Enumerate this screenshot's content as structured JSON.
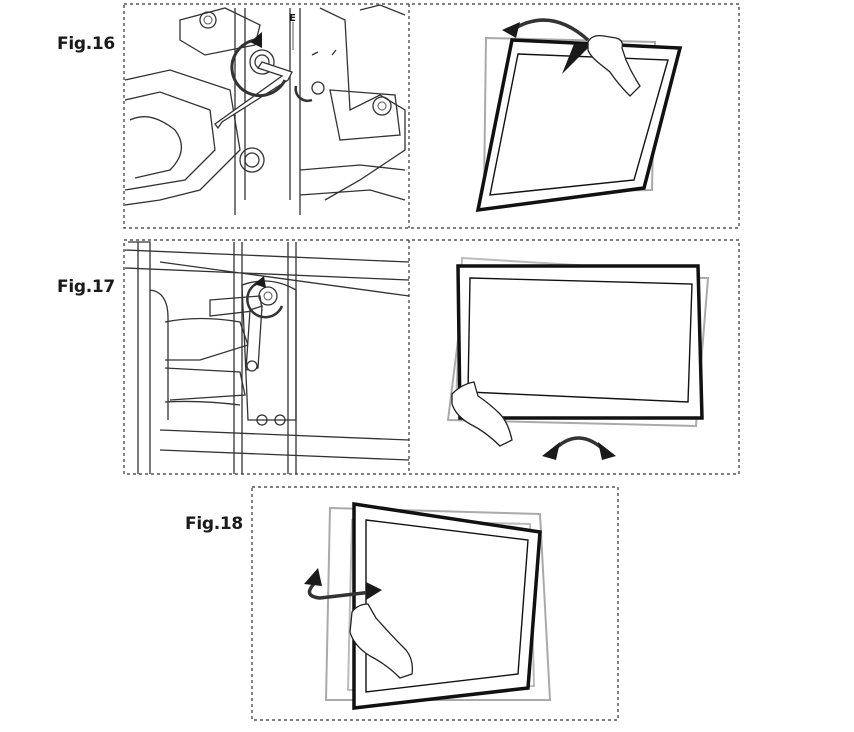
{
  "figures": [
    {
      "label": "Fig.16",
      "callout": "E"
    },
    {
      "label": "Fig.17"
    },
    {
      "label": "Fig.18"
    }
  ],
  "colors": {
    "line": "#333333",
    "ghost": "#aaaaaa",
    "screen": "#111111"
  }
}
